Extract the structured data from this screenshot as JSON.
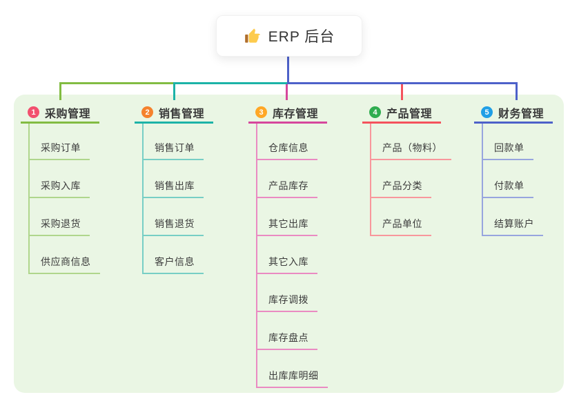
{
  "root": {
    "title": "ERP 后台",
    "icon": "thumbs-up-icon"
  },
  "panel": {
    "background": "#EAF6E4"
  },
  "connector": {
    "root_line_color": "#4D61C9"
  },
  "branches": [
    {
      "number": "1",
      "label": "采购管理",
      "badge_color": "#F2506E",
      "line_color": "#82BC42",
      "child_line_color": "#AFD68C",
      "children": [
        "采购订单",
        "采购入库",
        "采购退货",
        "供应商信息"
      ]
    },
    {
      "number": "2",
      "label": "销售管理",
      "badge_color": "#F5822D",
      "line_color": "#1CB3A7",
      "child_line_color": "#77CEC5",
      "children": [
        "销售订单",
        "销售出库",
        "销售退货",
        "客户信息"
      ]
    },
    {
      "number": "3",
      "label": "库存管理",
      "badge_color": "#FFA726",
      "line_color": "#D6479C",
      "child_line_color": "#EA8AC2",
      "children": [
        "仓库信息",
        "产品库存",
        "其它出库",
        "其它入库",
        "库存调拨",
        "库存盘点",
        "出库库明细"
      ]
    },
    {
      "number": "4",
      "label": "产品管理",
      "badge_color": "#2FAD4F",
      "line_color": "#F4525C",
      "child_line_color": "#F8979C",
      "children": [
        "产品（物料）",
        "产品分类",
        "产品单位"
      ]
    },
    {
      "number": "5",
      "label": "财务管理",
      "badge_color": "#209FE6",
      "line_color": "#4D61C9",
      "child_line_color": "#97A5DE",
      "children": [
        "回款单",
        "付款单",
        "结算账户"
      ]
    }
  ]
}
